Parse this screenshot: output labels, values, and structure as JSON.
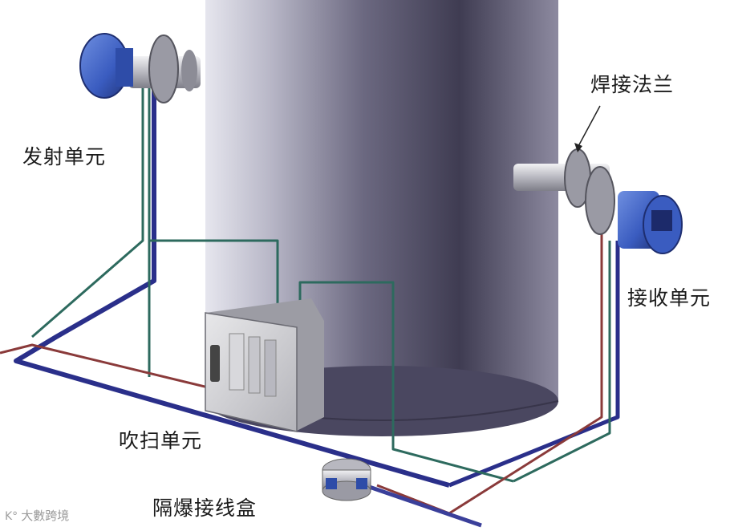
{
  "labels": {
    "emitter_unit": "发射单元",
    "welded_flange": "焊接法兰",
    "receiver_unit": "接收单元",
    "purge_unit": "吹扫单元",
    "junction_box": "隔爆接线盒"
  },
  "watermark": {
    "icon": "k-logo-icon",
    "text": "大數跨境"
  },
  "colors": {
    "stack_light": "#dcdce6",
    "stack_dark": "#4a4658",
    "cable_blue": "#2a2f8a",
    "cable_green": "#2d6a5e",
    "cable_red": "#8a3a3a",
    "unit_blue": "#3f64c8",
    "metal": "#c9c9cf"
  }
}
